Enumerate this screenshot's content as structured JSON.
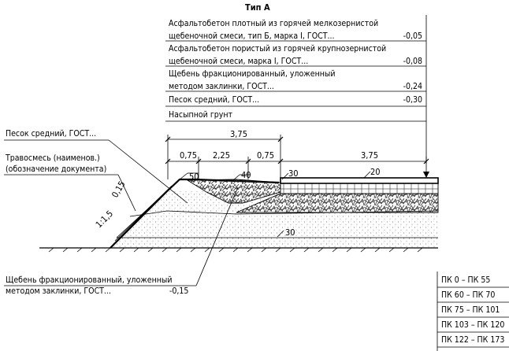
{
  "title": "Тип А",
  "layers": [
    {
      "line1": "Асфальтобетон плотный из горячей мелкозернистой",
      "line2": "щебеночной смеси, тип Б, марка I, ГОСТ...",
      "thickness": "-0,05"
    },
    {
      "line1": "Асфальтобетон пористый из горячей крупнозернистой",
      "line2": "щебеночной смеси, марка I, ГОСТ...",
      "thickness": "-0,08"
    },
    {
      "line1": "Щебень фракционированный, уложенный",
      "line2": "методом заклинки, ГОСТ...",
      "thickness": "-0,24"
    },
    {
      "line1": "Песок средний, ГОСТ...",
      "line2": "",
      "thickness": "-0,30"
    }
  ],
  "base_layer": "Насыпной грунт",
  "callouts": {
    "sand": "Песок средний, ГОСТ...",
    "grass_line1": "Травосмесь (наименов.)",
    "grass_line2": "(обозначение документа)",
    "gravel_line1": "Щебень фракционированный, уложенный",
    "gravel_line2": "методом заклинки, ГОСТ...",
    "gravel_thickness": "-0,15"
  },
  "dimensions": {
    "top_total": "3,75",
    "parts": [
      "0,75",
      "2,25",
      "0,75"
    ],
    "right": "3,75",
    "thick_50": "50",
    "thick_40": "40",
    "thick_30a": "30",
    "thick_20": "20",
    "thick_30b": "30",
    "depth_015": "0,15",
    "slope": "1:1,5"
  },
  "stations": [
    "ПК 0 – ПК 55",
    "ПК 60 – ПК 70",
    "ПК 75 – ПК 101",
    "ПК 103 – ПК 120",
    "ПК 122 – ПК 173"
  ]
}
